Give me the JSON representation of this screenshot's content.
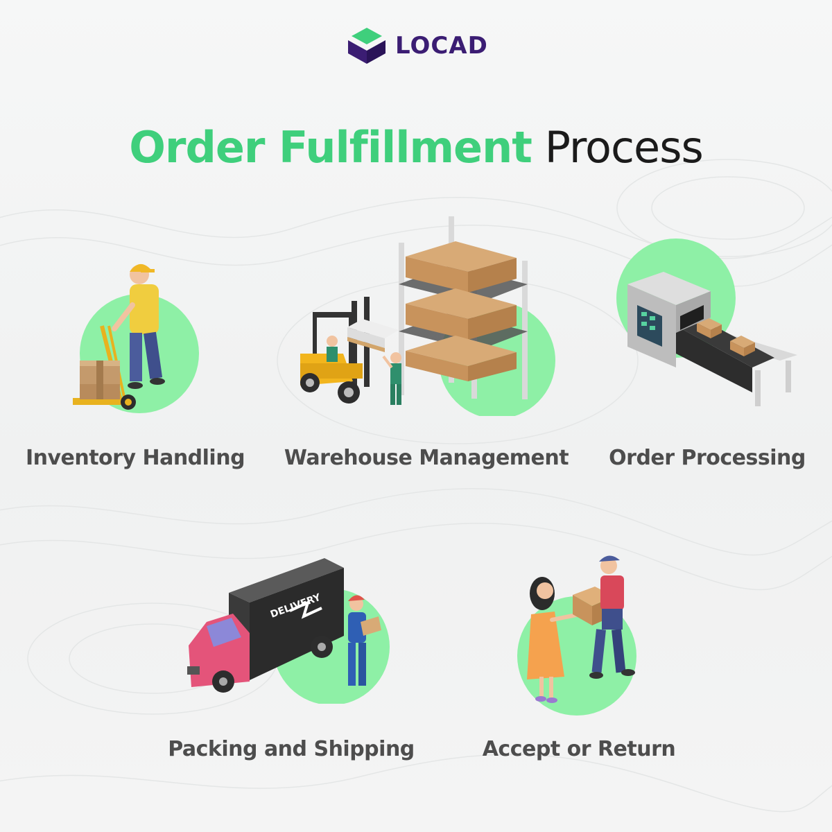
{
  "brand": {
    "name": "LOCAD"
  },
  "title": {
    "accent": "Order Fulfillment",
    "rest": "Process"
  },
  "steps": [
    {
      "label": "Inventory Handling"
    },
    {
      "label": "Warehouse Management"
    },
    {
      "label": "Order Processing"
    },
    {
      "label": "Packing and Shipping"
    },
    {
      "label": "Accept or Return"
    }
  ],
  "illustrations": {
    "truck_text": "DELIVERY"
  },
  "colors": {
    "accent_green": "#3fcf7c",
    "circle_green": "#8ef0a6",
    "brand_purple": "#3b1d73",
    "label_gray": "#4d4d4d"
  }
}
